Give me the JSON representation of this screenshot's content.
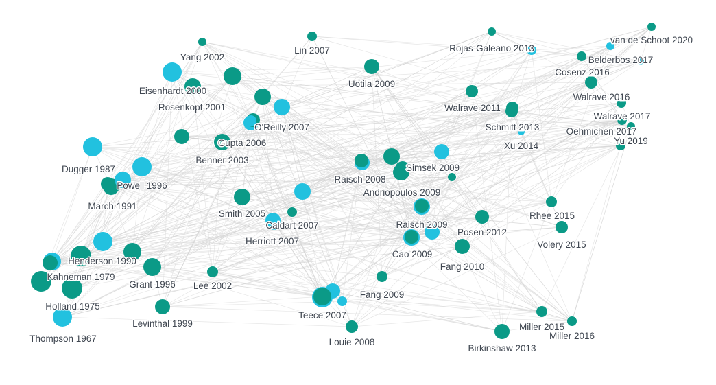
{
  "graph": {
    "palette": {
      "primary": "#0b9a87",
      "secondary": "#22c1df",
      "edge": "#d2d2d2"
    },
    "nodes": [
      {
        "label": "Yang 2002",
        "color": "primary"
      },
      {
        "label": "Lin 2007",
        "color": "primary"
      },
      {
        "label": "Rojas-Galeano 2013",
        "color": "primary"
      },
      {
        "label": "van de Schoot 2020",
        "color": "primary"
      },
      {
        "label": "Belderbos 2017",
        "color": "secondary"
      },
      {
        "label": "Cosenz 2016",
        "color": "primary"
      },
      {
        "label": "Eisenhardt 2000",
        "color": "secondary"
      },
      {
        "label": "Uotila 2009",
        "color": "primary"
      },
      {
        "label": "Walrave 2016",
        "color": "primary"
      },
      {
        "label": "Rosenkopf 2001",
        "color": "primary"
      },
      {
        "label": "Walrave 2011",
        "color": "primary"
      },
      {
        "label": "Walrave 2017",
        "color": "primary"
      },
      {
        "label": "O'Reilly 2007",
        "color": "secondary"
      },
      {
        "label": "Schmitt 2013",
        "color": "primary"
      },
      {
        "label": "Oehmichen 2017",
        "color": "primary"
      },
      {
        "label": "Gupta 2006",
        "color": "primary"
      },
      {
        "label": "Yu 2019",
        "color": "primary"
      },
      {
        "label": "Xu 2014",
        "color": "secondary"
      },
      {
        "label": "Benner 2003",
        "color": "primary"
      },
      {
        "label": "Dugger 1987",
        "color": "secondary"
      },
      {
        "label": "Simsek 2009",
        "color": "primary"
      },
      {
        "label": "Raisch 2008",
        "color": "secondary"
      },
      {
        "label": "Powell 1996",
        "color": "secondary"
      },
      {
        "label": "Andriopoulos 2009",
        "color": "primary"
      },
      {
        "label": "March 1991",
        "color": "primary"
      },
      {
        "label": "Smith 2005",
        "color": "primary"
      },
      {
        "label": "Rhee 2015",
        "color": "primary"
      },
      {
        "label": "Caldart 2007",
        "color": "secondary"
      },
      {
        "label": "Raisch 2009",
        "color": "secondary"
      },
      {
        "label": "Posen 2012",
        "color": "primary"
      },
      {
        "label": "Herriott 2007",
        "color": "primary"
      },
      {
        "label": "Volery 2015",
        "color": "primary"
      },
      {
        "label": "Henderson 1990",
        "color": "primary"
      },
      {
        "label": "Cao 2009",
        "color": "secondary"
      },
      {
        "label": "Fang 2010",
        "color": "primary"
      },
      {
        "label": "Kahneman 1979",
        "color": "primary"
      },
      {
        "label": "Grant 1996",
        "color": "primary"
      },
      {
        "label": "Lee 2002",
        "color": "primary"
      },
      {
        "label": "Fang 2009",
        "color": "primary"
      },
      {
        "label": "Holland 1975",
        "color": "primary"
      },
      {
        "label": "Teece 2007",
        "color": "secondary"
      },
      {
        "label": "Levinthal 1999",
        "color": "primary"
      },
      {
        "label": "Miller 2015",
        "color": "primary"
      },
      {
        "label": "Miller 2016",
        "color": "primary"
      },
      {
        "label": "Thompson 1967",
        "color": "secondary"
      },
      {
        "label": "Louie 2008",
        "color": "primary"
      },
      {
        "label": "Birkinshaw 2013",
        "color": "primary"
      },
      {
        "label": "",
        "color": "primary"
      },
      {
        "label": "",
        "color": "primary"
      },
      {
        "label": "",
        "color": "secondary"
      },
      {
        "label": "",
        "color": "primary"
      },
      {
        "label": "",
        "color": "secondary"
      },
      {
        "label": "",
        "color": "primary"
      },
      {
        "label": "",
        "color": "secondary"
      },
      {
        "label": "",
        "color": "secondary"
      },
      {
        "label": "",
        "color": "secondary"
      },
      {
        "label": "",
        "color": "secondary"
      },
      {
        "label": "",
        "color": "secondary"
      },
      {
        "label": "",
        "color": "primary"
      },
      {
        "label": "",
        "color": "primary"
      },
      {
        "label": "",
        "color": "secondary"
      },
      {
        "label": "",
        "color": "secondary"
      },
      {
        "label": "",
        "color": "secondary"
      },
      {
        "label": "",
        "color": "secondary"
      },
      {
        "label": "",
        "color": "primary"
      },
      {
        "label": "",
        "color": "primary"
      },
      {
        "label": "",
        "color": "secondary"
      },
      {
        "label": "",
        "color": "primary"
      },
      {
        "label": "",
        "color": "secondary"
      },
      {
        "label": "",
        "color": "primary"
      },
      {
        "label": "",
        "color": "primary"
      },
      {
        "label": "",
        "color": "primary"
      },
      {
        "label": "",
        "color": "primary"
      },
      {
        "label": "",
        "color": "primary"
      }
    ]
  }
}
